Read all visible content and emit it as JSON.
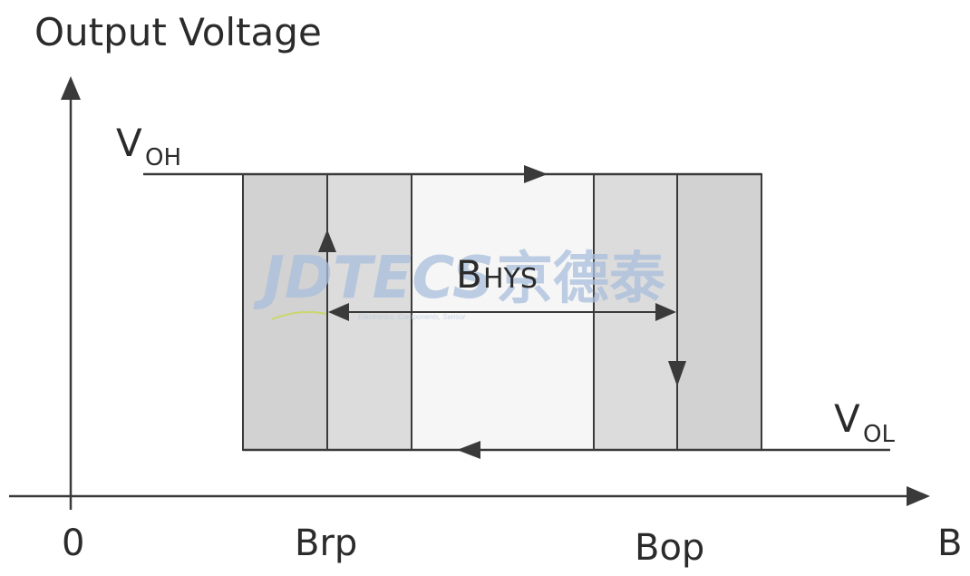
{
  "title": "Output Voltage",
  "labels": {
    "voh_main": "V",
    "voh_sub": "OH",
    "vol_main": "V",
    "vol_sub": "OL",
    "bhys_main": "B",
    "bhys_sub": "HYS",
    "origin": "0",
    "brp": "Brp",
    "bop": "Bop",
    "x_axis": "B"
  },
  "watermark": {
    "brand": "JDTECS",
    "chinese": "京德泰",
    "tagline": "Electronics, Components, Sensor"
  },
  "colors": {
    "axis": "#3a3a3a",
    "line": "#3a3a3a",
    "band_dark": "#cfcfcf",
    "band_light": "#efefef",
    "band_center": "#f7f7f7",
    "watermark": "#9fb6d6",
    "watermark_tag": "#c9d84a"
  }
}
